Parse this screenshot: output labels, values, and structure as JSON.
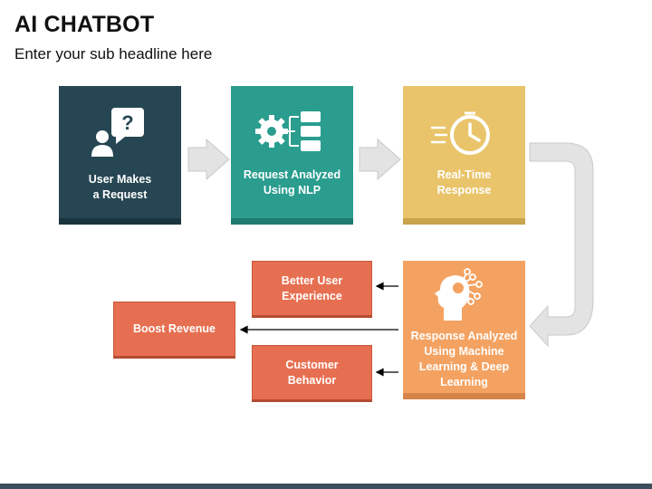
{
  "header": {
    "title": "AI CHATBOT",
    "subtitle": "Enter your sub headline here"
  },
  "steps": [
    {
      "label": "User Makes\na Request",
      "icon": "user-question-icon",
      "color": "#264653"
    },
    {
      "label": "Request Analyzed\nUsing NLP",
      "icon": "gear-chat-icon",
      "color": "#2a9d8f"
    },
    {
      "label": "Real-Time\nResponse",
      "icon": "fast-clock-icon",
      "color": "#e9c46a"
    },
    {
      "label": "Response Analyzed\nUsing Machine\nLearning & Deep\nLearning",
      "icon": "brain-head-icon",
      "color": "#f4a261"
    }
  ],
  "outcomes": [
    {
      "label": "Better User\nExperience"
    },
    {
      "label": "Boost Revenue"
    },
    {
      "label": "Customer\nBehavior"
    }
  ],
  "colors": {
    "outcome": "#e76f51",
    "arrow": "#e3e3e3",
    "connector": "#000000"
  }
}
